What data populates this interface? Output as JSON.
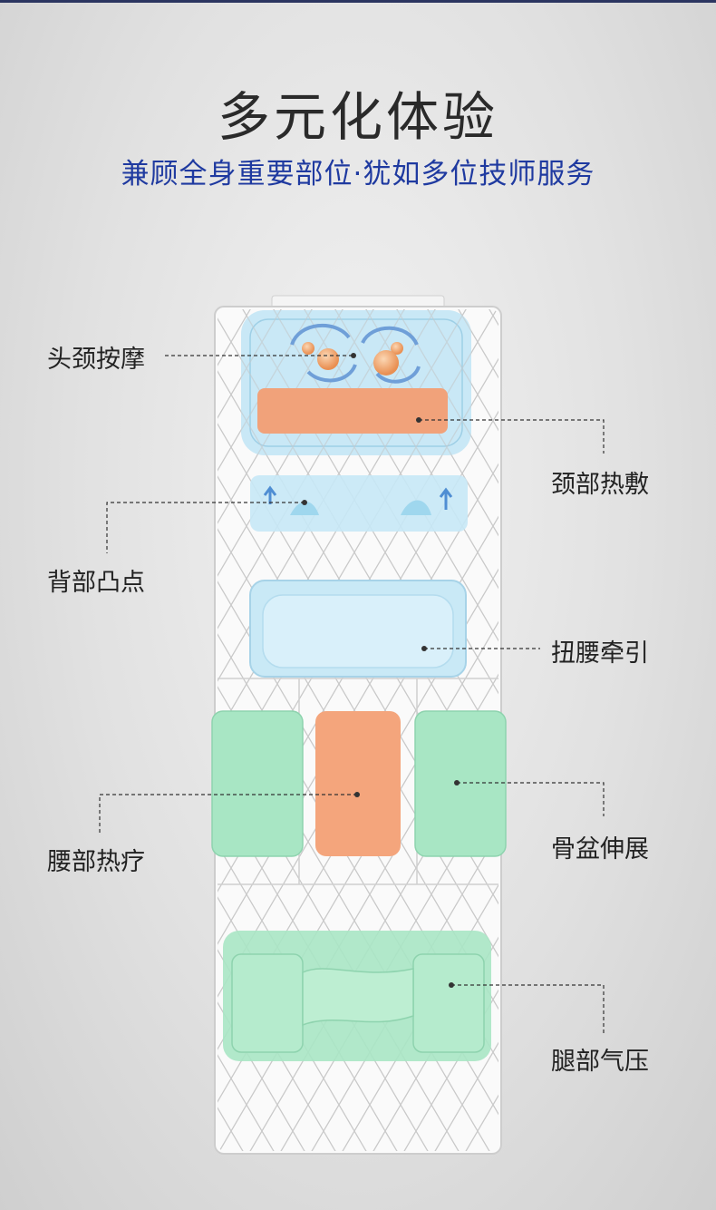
{
  "header": {
    "title": "多元化体验",
    "subtitle": "兼顾全身重要部位·犹如多位技师服务"
  },
  "features": {
    "head_neck_massage": "头颈按摩",
    "neck_heat": "颈部热敷",
    "back_nodes": "背部凸点",
    "waist_twist_traction": "扭腰牵引",
    "waist_heat_therapy": "腰部热疗",
    "pelvis_stretch": "骨盆伸展",
    "leg_air_pressure": "腿部气压"
  },
  "colors": {
    "title": "#2a2a2a",
    "subtitle": "#1f3aa0",
    "blue_zone": "#bfe4f5",
    "orange_zone": "#f1a27a",
    "green_zone": "#a8e6c4"
  }
}
